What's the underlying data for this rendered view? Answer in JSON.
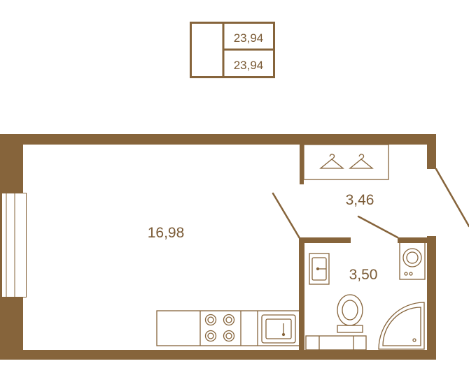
{
  "legend": {
    "total_area": "23,94",
    "living_area": "23,94"
  },
  "rooms": {
    "main_room_area": "16,98",
    "hallway_area": "3,46",
    "bathroom_area": "3,50"
  },
  "colors": {
    "wall": "#86643b",
    "line": "#86643b",
    "text": "#7a5a35",
    "background": "#ffffff"
  },
  "icons": [
    "hanger-icon",
    "stove-icon",
    "sink-icon",
    "washing-machine-icon",
    "toilet-icon",
    "shower-icon",
    "bathroom-sink-icon"
  ]
}
